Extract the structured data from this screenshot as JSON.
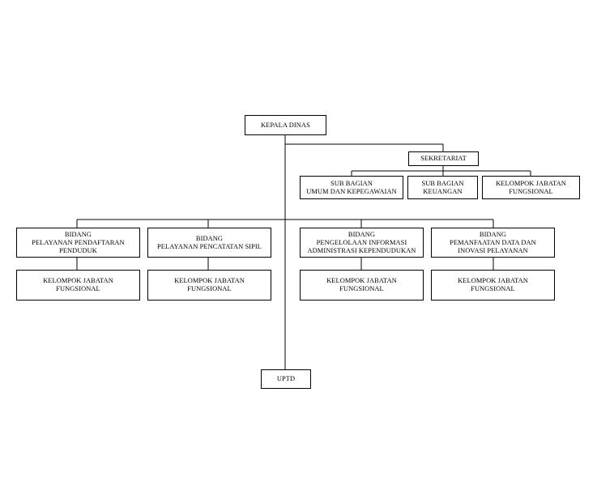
{
  "kepala": [
    "KEPALA DINAS"
  ],
  "sekretariat": [
    "SEKRETARIAT"
  ],
  "sub_umum": [
    "SUB BAGIAN",
    "UMUM DAN KEPEGAWAIAN"
  ],
  "sub_keuangan": [
    "SUB BAGIAN",
    "KEUANGAN"
  ],
  "sek_fungsional": [
    "KELOMPOK JABATAN",
    "FUNGSIONAL"
  ],
  "bidang_pendaftaran": [
    "BIDANG",
    "PELAYANAN PENDAFTARAN",
    "PENDUDUK"
  ],
  "bidang_pencatatan": [
    "BIDANG",
    "PELAYANAN PENCATATAN SIPIL"
  ],
  "bidang_informasi": [
    "BIDANG",
    "PENGELOLAAN INFORMASI",
    "ADMINISTRASI KEPENDUDUKAN"
  ],
  "bidang_inovasi": [
    "BIDANG",
    "PEMANFAATAN DATA DAN",
    "INOVASI PELAYANAN"
  ],
  "fungsional_1": [
    "KELOMPOK JABATAN",
    "FUNGSIONAL"
  ],
  "fungsional_2": [
    "KELOMPOK JABATAN",
    "FUNGSIONAL"
  ],
  "fungsional_3": [
    "KELOMPOK JABATAN",
    "FUNGSIONAL"
  ],
  "fungsional_4": [
    "KELOMPOK JABATAN",
    "FUNGSIONAL"
  ],
  "uptd": [
    "UPTD"
  ]
}
